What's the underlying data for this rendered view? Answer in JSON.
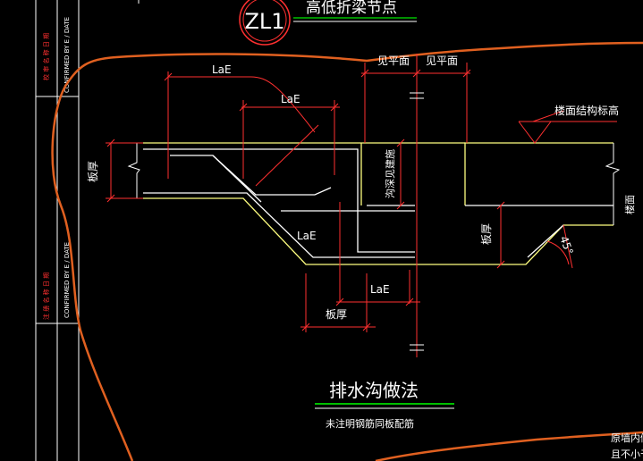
{
  "title_block": {
    "badge": "ZL1",
    "heading": "高低折梁节点"
  },
  "side_stamps": {
    "upper_cn": "校 审 名 称 日 期",
    "upper_en": "CONFIRMED BY E / DATE",
    "lower_cn": "注 册 名 称 日 期",
    "lower_en": "CONFIRMED BY E / DATE"
  },
  "dimensions": {
    "see_plan_1": "见平面",
    "see_plan_2": "见平面",
    "lae_top": "LaE",
    "lae_mid": "LaE",
    "lae_lower": "LaE",
    "lae_bottom": "LaE",
    "slab_thick_left": "板厚",
    "slab_thick_right": "板厚",
    "slab_thick_bottom": "板厚",
    "trench_depth": "沟深见建施",
    "roof_level": "楼面结构标高",
    "angle": "45°",
    "right_edge": "楼面"
  },
  "caption": {
    "title": "排水沟做法",
    "note": "未注明钢筋同板配筋"
  },
  "corner_note": {
    "line1": "原墙内侧",
    "line2": "且不小于"
  },
  "colors": {
    "background": "#000000",
    "structure": "#ffffff",
    "slab_outline": "#ffff80",
    "dimension": "#ff3030",
    "text_cad": "#ffffff",
    "boundary": "#e06020",
    "caption_green": "#00c000",
    "badge": "#ff3030"
  }
}
